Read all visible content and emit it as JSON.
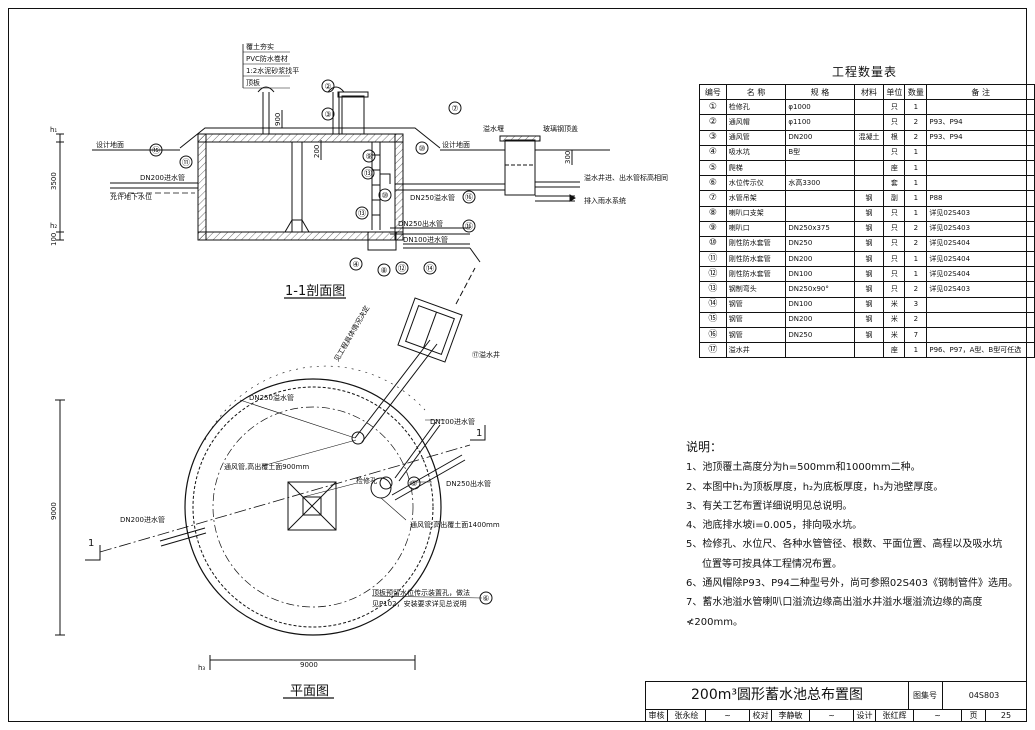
{
  "table": {
    "title": "工程数量表",
    "headers": [
      "编号",
      "名 称",
      "规 格",
      "材料",
      "单位",
      "数量",
      "备 注"
    ],
    "rows": [
      {
        "no": "①",
        "name": "检修孔",
        "spec": "φ1000",
        "mat": "",
        "unit": "只",
        "qty": "1",
        "note": ""
      },
      {
        "no": "②",
        "name": "通风帽",
        "spec": "φ1100",
        "mat": "",
        "unit": "只",
        "qty": "2",
        "note": "P93、P94"
      },
      {
        "no": "③",
        "name": "通风管",
        "spec": "DN200",
        "mat": "混凝土",
        "unit": "根",
        "qty": "2",
        "note": "P93、P94"
      },
      {
        "no": "④",
        "name": "吸水坑",
        "spec": "B型",
        "mat": "",
        "unit": "只",
        "qty": "1",
        "note": ""
      },
      {
        "no": "⑤",
        "name": "爬梯",
        "spec": "",
        "mat": "",
        "unit": "座",
        "qty": "1",
        "note": ""
      },
      {
        "no": "⑥",
        "name": "水位传示仪",
        "spec": "水高3300",
        "mat": "",
        "unit": "套",
        "qty": "1",
        "note": ""
      },
      {
        "no": "⑦",
        "name": "水管吊架",
        "spec": "",
        "mat": "钢",
        "unit": "副",
        "qty": "1",
        "note": "P88"
      },
      {
        "no": "⑧",
        "name": "喇叭口支架",
        "spec": "",
        "mat": "钢",
        "unit": "只",
        "qty": "1",
        "note": "详见02S403"
      },
      {
        "no": "⑨",
        "name": "喇叭口",
        "spec": "DN250x375",
        "mat": "钢",
        "unit": "只",
        "qty": "2",
        "note": "详见02S403"
      },
      {
        "no": "⑩",
        "name": "刚性防水套管",
        "spec": "DN250",
        "mat": "钢",
        "unit": "只",
        "qty": "2",
        "note": "详见02S404"
      },
      {
        "no": "⑪",
        "name": "刚性防水套管",
        "spec": "DN200",
        "mat": "钢",
        "unit": "只",
        "qty": "1",
        "note": "详见02S404"
      },
      {
        "no": "⑫",
        "name": "刚性防水套管",
        "spec": "DN100",
        "mat": "钢",
        "unit": "只",
        "qty": "1",
        "note": "详见02S404"
      },
      {
        "no": "⑬",
        "name": "钢制弯头",
        "spec": "DN250x90°",
        "mat": "钢",
        "unit": "只",
        "qty": "2",
        "note": "详见02S403"
      },
      {
        "no": "⑭",
        "name": "钢管",
        "spec": "DN100",
        "mat": "钢",
        "unit": "米",
        "qty": "3",
        "note": ""
      },
      {
        "no": "⑮",
        "name": "钢管",
        "spec": "DN200",
        "mat": "钢",
        "unit": "米",
        "qty": "2",
        "note": ""
      },
      {
        "no": "⑯",
        "name": "钢管",
        "spec": "DN250",
        "mat": "钢",
        "unit": "米",
        "qty": "7",
        "note": ""
      },
      {
        "no": "⑰",
        "name": "溢水井",
        "spec": "",
        "mat": "",
        "unit": "座",
        "qty": "1",
        "note": "P96、P97，A型、B型可任选"
      }
    ]
  },
  "notes": {
    "title": "说明：",
    "items": [
      "1、池顶覆土高度分为h=500mm和1000mm二种。",
      "2、本图中h₁为顶板厚度，h₂为底板厚度，h₃为池壁厚度。",
      "3、有关工艺布置详细说明见总说明。",
      "4、池底排水坡i=0.005，排向吸水坑。",
      "5、检修孔、水位尺、各种水管管径、根数、平面位置、高程以及吸水坑",
      "位置等可按具体工程情况布置。",
      "6、通风帽除P93、P94二种型号外，尚可参照02S403《钢制管件》选用。",
      "7、蓄水池溢水管喇叭口溢流边缘高出溢水井溢水堰溢流边缘的高度≮200mm。"
    ]
  },
  "title_block": {
    "title": "200m³圆形蓄水池总布置图",
    "atlas_label": "图集号",
    "atlas_no": "04S803",
    "row": [
      "审核",
      "张永绘",
      "",
      "校对",
      "李静敏",
      "",
      "设计",
      "张红辉",
      "",
      "页",
      "25"
    ]
  },
  "section": {
    "title": "1-1剖面图",
    "layers": [
      "覆土夯实",
      "PVC防水卷材",
      "1:2水泥砂浆找平",
      "顶板"
    ],
    "ground_left": "设计地面",
    "ground_right": "设计地面",
    "groundwater": "允许地下水位",
    "dn200_in": "DN200进水管",
    "dn250_over": "DN250溢水管",
    "dn250_out": "DN250出水管",
    "dn100_in": "DN100进水管",
    "weir": "溢水堰",
    "cover": "玻璃钢顶盖",
    "note_right": "溢水井进、出水管标高相同",
    "drain": "排入雨水系统",
    "dim_3500": "3500",
    "dim_900": "900",
    "dim_200": "200",
    "dim_100": "100",
    "dim_300": "300",
    "h1": "h₁",
    "h2": "h₂",
    "callouts": [
      "①",
      "②",
      "③",
      "④",
      "⑤",
      "⑥",
      "⑦",
      "⑧",
      "⑨",
      "⑩",
      "⑪",
      "⑫",
      "⑬",
      "⑭",
      "⑮",
      "⑯"
    ]
  },
  "plan": {
    "title": "平面图",
    "dn250_over": "DN250溢水管",
    "dn100_in": "DN100进水管",
    "dn250_out": "DN250出水管",
    "dn200_in": "DN200进水管",
    "vent_900": "通风管,高出覆土面900mm",
    "vent_1400": "通风管,高出覆土面1400mm",
    "manhole": "检修孔",
    "overflow_well": "⑰溢水井",
    "slope_note": "见工程具体情况决定",
    "sensor_note": "顶板预留水位传示装置孔，做法",
    "sensor_note2": "见P102，安装要求详见总说明",
    "dim_9000": "9000",
    "dim_9000v": "9000",
    "section_mark": "1",
    "h3": "h₃",
    "callout_5": "⑤",
    "callout_6": "⑥"
  }
}
